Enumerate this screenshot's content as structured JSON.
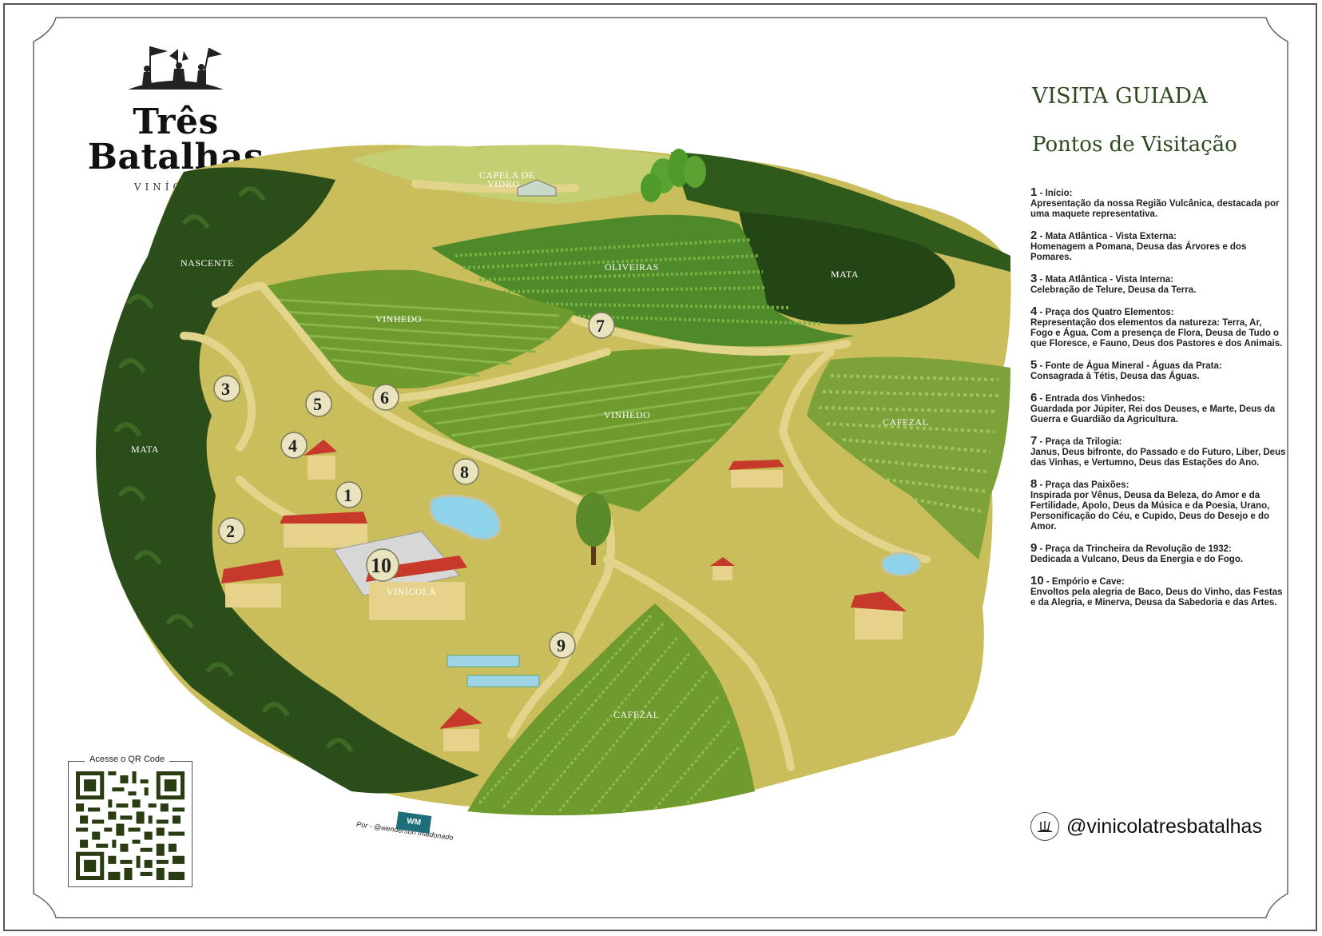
{
  "brand": {
    "name": "Três Batalhas",
    "subtitle": "VINÍCOLA"
  },
  "panel": {
    "title": "VISITA GUIADA",
    "subtitle": "Pontos de Visitação"
  },
  "points": [
    {
      "num": "1",
      "title": "Início:",
      "desc": "Apresentação da nossa Região Vulcânica, destacada por uma maquete representativa."
    },
    {
      "num": "2",
      "title": "Mata Atlântica - Vista Externa:",
      "desc": "Homenagem a Pomana, Deusa das Árvores e dos Pomares."
    },
    {
      "num": "3",
      "title": "Mata Atlântica - Vista Interna:",
      "desc": "Celebração de Telure, Deusa da Terra."
    },
    {
      "num": "4",
      "title": "Praça dos Quatro Elementos:",
      "desc": "Representação dos elementos da natureza: Terra, Ar, Fogo e Água. Com a presença de Flora, Deusa de Tudo o que Floresce, e Fauno, Deus dos Pastores e dos Animais."
    },
    {
      "num": "5",
      "title": "Fonte de Água Mineral - Águas da Prata:",
      "desc": "Consagrada à Tétis, Deusa das Águas."
    },
    {
      "num": "6",
      "title": "Entrada dos Vinhedos:",
      "desc": "Guardada por Júpiter, Rei dos Deuses, e Marte, Deus da Guerra e Guardião da Agricultura."
    },
    {
      "num": "7",
      "title": "Praça da Trilogia:",
      "desc": "Janus, Deus bifronte, do Passado e do Futuro, Liber, Deus das Vinhas, e Vertumno, Deus das Estações do Ano."
    },
    {
      "num": "8",
      "title": "Praça das Paixões:",
      "desc": "Inspirada por Vênus, Deusa da Beleza, do Amor e da Fertilidade, Apolo, Deus da Música e da Poesia, Urano, Personificação do Céu, e Cupido, Deus do Desejo e do Amor."
    },
    {
      "num": "9",
      "title": "Praça da Trincheira da Revolução de 1932:",
      "desc": "Dedicada a Vulcano, Deus da Energia e do Fogo."
    },
    {
      "num": "10",
      "title": "Empório e Cave:",
      "desc": "Envoltos pela alegria de Baco, Deus do Vinho, das Festas e da Alegria, e Minerva, Deusa da Sabedoria e das Artes."
    }
  ],
  "map": {
    "labels": {
      "capela": "CAPELA DE",
      "capela2": "VIDRO",
      "nascente": "NASCENTE",
      "oliveiras": "OLIVEIRAS",
      "mata_top": "MATA",
      "vinhedo1": "VINHEDO",
      "vinhedo2": "VINHEDO",
      "cafezal_right": "CAFEZAL",
      "mata_left": "MATA",
      "vinicola": "VINÍCOLA",
      "cafezal_bottom": "CAFEZAL"
    },
    "markers": [
      "1",
      "2",
      "3",
      "4",
      "5",
      "6",
      "7",
      "8",
      "9",
      "10"
    ]
  },
  "qr": {
    "caption": "Acesse o QR Code"
  },
  "credit": {
    "text": "Por - @wenderson maldonado",
    "badge": "WM"
  },
  "social": {
    "handle": "@vinicolatresbatalhas"
  },
  "colors": {
    "forest": "#2a4d1a",
    "field": "#c9bd5c",
    "vineyard": "#6e9a2e",
    "path": "#e2d58b",
    "roof": "#c7392b",
    "water": "#8ed3ea"
  }
}
